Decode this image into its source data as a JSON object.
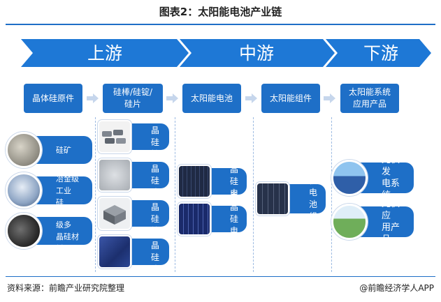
{
  "title": "图表2：太阳能电池产业链",
  "stages": [
    {
      "label": "上游"
    },
    {
      "label": "中游"
    },
    {
      "label": "下游"
    }
  ],
  "headers": [
    {
      "label": "晶体硅原件"
    },
    {
      "label": "硅棒/硅锭/\n硅片"
    },
    {
      "label": "太阳能电池"
    },
    {
      "label": "太阳能组件"
    },
    {
      "label": "太阳能系统\n应用产品"
    }
  ],
  "raw_materials": [
    {
      "label": "硅矿",
      "icon": "ore-icon"
    },
    {
      "label": "冶金级工业\n硅",
      "icon": "metallurgical-silicon-icon"
    },
    {
      "label": "太阳能级多\n晶硅材料",
      "icon": "polysilicon-icon"
    }
  ],
  "wafers": [
    {
      "label": "单晶硅\n棒"
    },
    {
      "label": "单晶硅\n片"
    },
    {
      "label": "多晶硅\n锭"
    },
    {
      "label": "多晶硅\n片"
    }
  ],
  "cells": [
    {
      "label": "单晶硅\n电池"
    },
    {
      "label": "多晶硅\n电池"
    }
  ],
  "modules": [
    {
      "label": "光伏电\n池组件"
    }
  ],
  "applications": [
    {
      "label": "光伏发\n电系统"
    },
    {
      "label": "光伏应\n用产品"
    }
  ],
  "footer": {
    "source": "资料来源：前瞻产业研究院整理",
    "brand": "@前瞻经济学人APP"
  },
  "colors": {
    "primary": "#1e6fc7",
    "arrow_band": "#1e78d6",
    "connector": "#c6d6ec"
  }
}
